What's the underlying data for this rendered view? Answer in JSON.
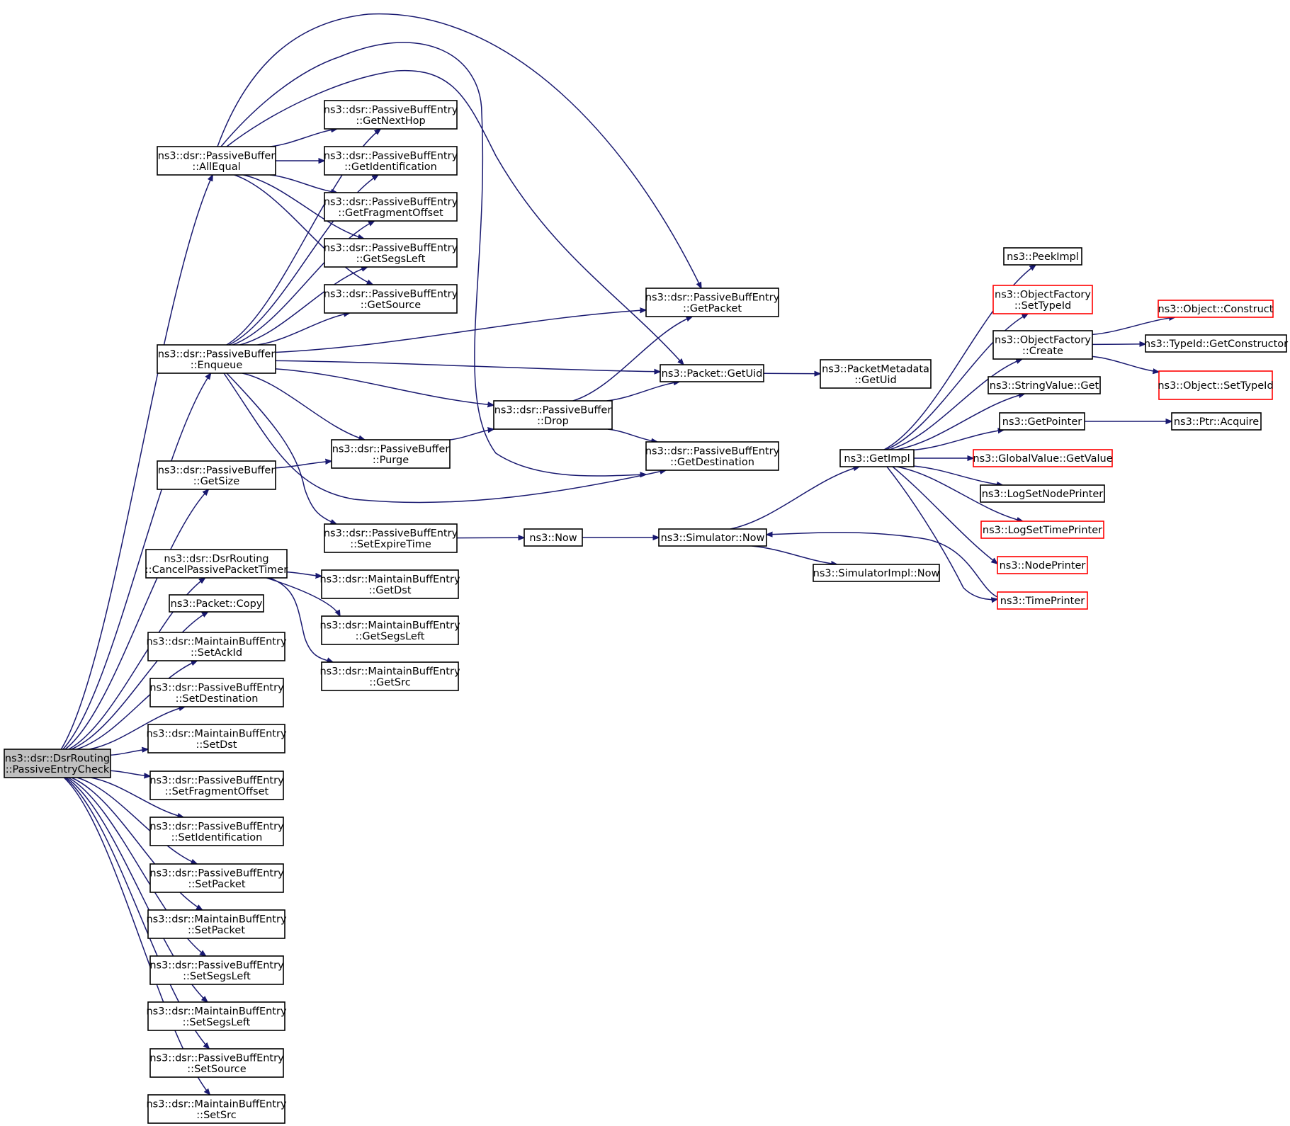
{
  "graph": {
    "nodes": [
      {
        "id": "root",
        "lines": [
          "ns3::dsr::DsrRouting",
          "::PassiveEntryCheck"
        ],
        "style": "root"
      },
      {
        "id": "allEqual",
        "lines": [
          "ns3::dsr::PassiveBuffer",
          "::AllEqual"
        ]
      },
      {
        "id": "enqueue",
        "lines": [
          "ns3::dsr::PassiveBuffer",
          "::Enqueue"
        ]
      },
      {
        "id": "getSize",
        "lines": [
          "ns3::dsr::PassiveBuffer",
          "::GetSize"
        ]
      },
      {
        "id": "cancelTimer",
        "lines": [
          "ns3::dsr::DsrRouting",
          "::CancelPassivePacketTimer"
        ]
      },
      {
        "id": "packetCopy",
        "lines": [
          "ns3::Packet::Copy"
        ]
      },
      {
        "id": "mSetAckId",
        "lines": [
          "ns3::dsr::MaintainBuffEntry",
          "::SetAckId"
        ]
      },
      {
        "id": "pSetDestination",
        "lines": [
          "ns3::dsr::PassiveBuffEntry",
          "::SetDestination"
        ]
      },
      {
        "id": "mSetDst",
        "lines": [
          "ns3::dsr::MaintainBuffEntry",
          "::SetDst"
        ]
      },
      {
        "id": "pSetFragmentOffset",
        "lines": [
          "ns3::dsr::PassiveBuffEntry",
          "::SetFragmentOffset"
        ]
      },
      {
        "id": "pSetIdentification",
        "lines": [
          "ns3::dsr::PassiveBuffEntry",
          "::SetIdentification"
        ]
      },
      {
        "id": "pSetPacket",
        "lines": [
          "ns3::dsr::PassiveBuffEntry",
          "::SetPacket"
        ]
      },
      {
        "id": "mSetPacket",
        "lines": [
          "ns3::dsr::MaintainBuffEntry",
          "::SetPacket"
        ]
      },
      {
        "id": "pSetSegsLeft",
        "lines": [
          "ns3::dsr::PassiveBuffEntry",
          "::SetSegsLeft"
        ]
      },
      {
        "id": "mSetSegsLeft",
        "lines": [
          "ns3::dsr::MaintainBuffEntry",
          "::SetSegsLeft"
        ]
      },
      {
        "id": "pSetSource",
        "lines": [
          "ns3::dsr::PassiveBuffEntry",
          "::SetSource"
        ]
      },
      {
        "id": "mSetSrc",
        "lines": [
          "ns3::dsr::MaintainBuffEntry",
          "::SetSrc"
        ]
      },
      {
        "id": "getNextHop",
        "lines": [
          "ns3::dsr::PassiveBuffEntry",
          "::GetNextHop"
        ]
      },
      {
        "id": "getIdentification",
        "lines": [
          "ns3::dsr::PassiveBuffEntry",
          "::GetIdentification"
        ]
      },
      {
        "id": "getFragmentOffset",
        "lines": [
          "ns3::dsr::PassiveBuffEntry",
          "::GetFragmentOffset"
        ]
      },
      {
        "id": "getSegsLeft",
        "lines": [
          "ns3::dsr::PassiveBuffEntry",
          "::GetSegsLeft"
        ]
      },
      {
        "id": "getSource",
        "lines": [
          "ns3::dsr::PassiveBuffEntry",
          "::GetSource"
        ]
      },
      {
        "id": "purge",
        "lines": [
          "ns3::dsr::PassiveBuffer",
          "::Purge"
        ]
      },
      {
        "id": "setExpireTime",
        "lines": [
          "ns3::dsr::PassiveBuffEntry",
          "::SetExpireTime"
        ]
      },
      {
        "id": "mGetDst",
        "lines": [
          "ns3::dsr::MaintainBuffEntry",
          "::GetDst"
        ]
      },
      {
        "id": "mGetSegsLeft",
        "lines": [
          "ns3::dsr::MaintainBuffEntry",
          "::GetSegsLeft"
        ]
      },
      {
        "id": "mGetSrc",
        "lines": [
          "ns3::dsr::MaintainBuffEntry",
          "::GetSrc"
        ]
      },
      {
        "id": "drop",
        "lines": [
          "ns3::dsr::PassiveBuffer",
          "::Drop"
        ]
      },
      {
        "id": "now",
        "lines": [
          "ns3::Now"
        ]
      },
      {
        "id": "getPacket",
        "lines": [
          "ns3::dsr::PassiveBuffEntry",
          "::GetPacket"
        ]
      },
      {
        "id": "getUid",
        "lines": [
          "ns3::Packet::GetUid"
        ]
      },
      {
        "id": "getDestination",
        "lines": [
          "ns3::dsr::PassiveBuffEntry",
          "::GetDestination"
        ]
      },
      {
        "id": "simNow",
        "lines": [
          "ns3::Simulator::Now"
        ]
      },
      {
        "id": "metaGetUid",
        "lines": [
          "ns3::PacketMetadata",
          "::GetUid"
        ]
      },
      {
        "id": "getImpl",
        "lines": [
          "ns3::GetImpl"
        ]
      },
      {
        "id": "simImplNow",
        "lines": [
          "ns3::SimulatorImpl::Now"
        ]
      },
      {
        "id": "peekImpl",
        "lines": [
          "ns3::PeekImpl"
        ]
      },
      {
        "id": "ofSetTypeId",
        "lines": [
          "ns3::ObjectFactory",
          "::SetTypeId"
        ],
        "style": "red"
      },
      {
        "id": "ofCreate",
        "lines": [
          "ns3::ObjectFactory",
          "::Create"
        ]
      },
      {
        "id": "stringValueGet",
        "lines": [
          "ns3::StringValue::Get"
        ]
      },
      {
        "id": "getPointer",
        "lines": [
          "ns3::GetPointer"
        ]
      },
      {
        "id": "globalValueGetValue",
        "lines": [
          "ns3::GlobalValue::GetValue"
        ],
        "style": "red"
      },
      {
        "id": "logSetNodePrinter",
        "lines": [
          "ns3::LogSetNodePrinter"
        ]
      },
      {
        "id": "logSetTimePrinter",
        "lines": [
          "ns3::LogSetTimePrinter"
        ],
        "style": "red"
      },
      {
        "id": "nodePrinter",
        "lines": [
          "ns3::NodePrinter"
        ],
        "style": "red"
      },
      {
        "id": "timePrinter",
        "lines": [
          "ns3::TimePrinter"
        ],
        "style": "red"
      },
      {
        "id": "objConstruct",
        "lines": [
          "ns3::Object::Construct"
        ],
        "style": "red"
      },
      {
        "id": "typeIdGetConstructor",
        "lines": [
          "ns3::TypeId::GetConstructor"
        ]
      },
      {
        "id": "objSetTypeId",
        "lines": [
          "ns3::Object::SetTypeId"
        ],
        "style": "red"
      },
      {
        "id": "ptrAcquire",
        "lines": [
          "ns3::Ptr::Acquire"
        ]
      }
    ],
    "edges": [
      [
        "root",
        "allEqual"
      ],
      [
        "root",
        "enqueue"
      ],
      [
        "root",
        "getSize"
      ],
      [
        "root",
        "cancelTimer"
      ],
      [
        "root",
        "packetCopy"
      ],
      [
        "root",
        "mSetAckId"
      ],
      [
        "root",
        "pSetDestination"
      ],
      [
        "root",
        "mSetDst"
      ],
      [
        "root",
        "pSetFragmentOffset"
      ],
      [
        "root",
        "pSetIdentification"
      ],
      [
        "root",
        "pSetPacket"
      ],
      [
        "root",
        "mSetPacket"
      ],
      [
        "root",
        "pSetSegsLeft"
      ],
      [
        "root",
        "mSetSegsLeft"
      ],
      [
        "root",
        "pSetSource"
      ],
      [
        "root",
        "mSetSrc"
      ],
      [
        "allEqual",
        "getNextHop"
      ],
      [
        "allEqual",
        "getIdentification"
      ],
      [
        "allEqual",
        "getFragmentOffset"
      ],
      [
        "allEqual",
        "getSegsLeft"
      ],
      [
        "allEqual",
        "getSource"
      ],
      [
        "allEqual",
        "getPacket"
      ],
      [
        "allEqual",
        "getUid"
      ],
      [
        "allEqual",
        "getDestination"
      ],
      [
        "enqueue",
        "getNextHop"
      ],
      [
        "enqueue",
        "getIdentification"
      ],
      [
        "enqueue",
        "getFragmentOffset"
      ],
      [
        "enqueue",
        "getSegsLeft"
      ],
      [
        "enqueue",
        "getSource"
      ],
      [
        "enqueue",
        "getPacket"
      ],
      [
        "enqueue",
        "getUid"
      ],
      [
        "enqueue",
        "drop"
      ],
      [
        "enqueue",
        "purge"
      ],
      [
        "enqueue",
        "getDestination"
      ],
      [
        "enqueue",
        "setExpireTime"
      ],
      [
        "getSize",
        "purge"
      ],
      [
        "cancelTimer",
        "mGetDst"
      ],
      [
        "cancelTimer",
        "mGetSegsLeft"
      ],
      [
        "cancelTimer",
        "mGetSrc"
      ],
      [
        "purge",
        "drop"
      ],
      [
        "drop",
        "getPacket"
      ],
      [
        "drop",
        "getUid"
      ],
      [
        "drop",
        "getDestination"
      ],
      [
        "setExpireTime",
        "now"
      ],
      [
        "now",
        "simNow"
      ],
      [
        "getUid",
        "metaGetUid"
      ],
      [
        "simNow",
        "getImpl"
      ],
      [
        "simNow",
        "simImplNow"
      ],
      [
        "getImpl",
        "peekImpl"
      ],
      [
        "getImpl",
        "ofSetTypeId"
      ],
      [
        "getImpl",
        "ofCreate"
      ],
      [
        "getImpl",
        "stringValueGet"
      ],
      [
        "getImpl",
        "getPointer"
      ],
      [
        "getImpl",
        "globalValueGetValue"
      ],
      [
        "getImpl",
        "logSetNodePrinter"
      ],
      [
        "getImpl",
        "logSetTimePrinter"
      ],
      [
        "getImpl",
        "nodePrinter"
      ],
      [
        "getImpl",
        "timePrinter"
      ],
      [
        "timePrinter",
        "simNow"
      ],
      [
        "ofCreate",
        "objConstruct"
      ],
      [
        "ofCreate",
        "typeIdGetConstructor"
      ],
      [
        "ofCreate",
        "objSetTypeId"
      ],
      [
        "getPointer",
        "ptrAcquire"
      ]
    ]
  }
}
